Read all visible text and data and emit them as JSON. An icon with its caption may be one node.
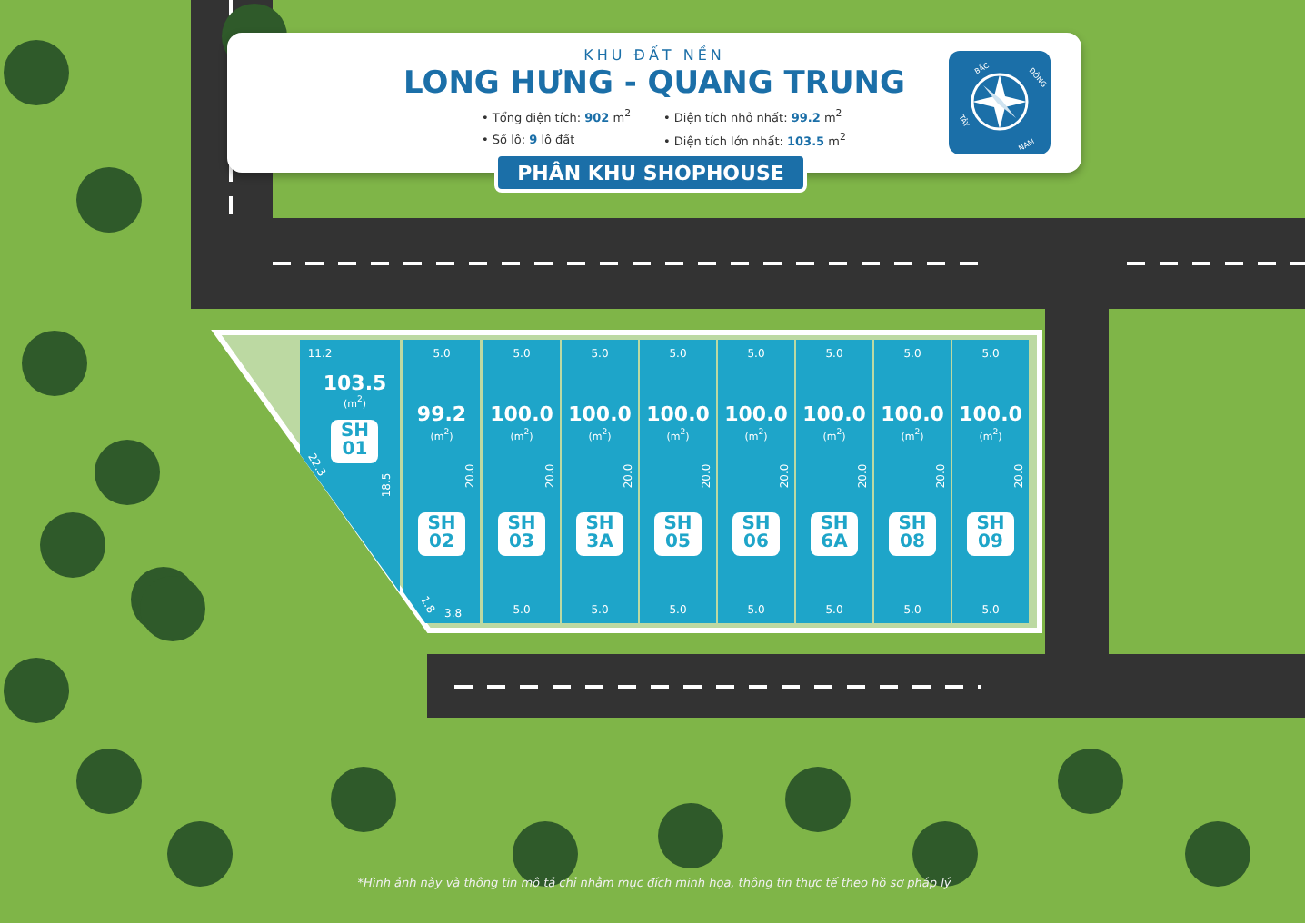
{
  "diagram": {
    "title": "LONG HƯNG - QUANG TRUNG",
    "nodes": [
      {
        "text": [
          "KHU ĐẤT NỀN",
          "• Tổng diện tích: **902** m$^{2}$",
          "• Số lô: **9** lô đất",
          "• Diện tích nhỏ nhất: **99.2** m$^{2}$",
          "• Diện tích lớn nhất: **103.5** m$^{2}$"
        ]
      },
      {
        "text": [
          "PHÂN KHU SHOPHOUSE"
        ]
      },
      {
        "text": [
          "11.2",
          "103.5",
          "(m$^{2}$)",
          "SH 01",
          "22.3",
          "18.5"
        ]
      },
      {
        "text": [
          "5.0",
          "99.2",
          "(m$^{2}$)",
          "20.0",
          "SH 02",
          "1.8",
          "3.8"
        ]
      },
      {
        "text": [
          "5.0",
          "100.0",
          "(m$^{2}$)",
          "20.0",
          "SH 03",
          "5.0"
        ]
      },
      {
        "text": [
          "5.0",
          "100.0",
          "(m$^{2}$)",
          "20.0",
          "SH 3A",
          "5.0"
        ]
      },
      {
        "text": [
          "5.0",
          "100.0",
          "(m$^{2}$)",
          "20.0",
          "SH 05",
          "5.0"
        ]
      },
      {
        "text": [
          "5.0",
          "100.0",
          "(m$^{2}$)",
          "20.0",
          "SH 06",
          "5.0"
        ]
      },
      {
        "text": [
          "5.0",
          "100.0",
          "(m$^{2}$)",
          "20.0",
          "SH 6A",
          "5.0"
        ]
      },
      {
        "text": [
          "5.0",
          "100.0",
          "(m$^{2}$)",
          "20.0",
          "SH 08",
          "5.0"
        ]
      },
      {
        "text": [
          "5.0",
          "100.0",
          "(m$^{2}$)",
          "20.0",
          "SH 09",
          "5.0"
        ]
      }
    ],
    "edges": [],
    "labels": [
      "BẮC",
      "ĐÔNG",
      "TÂY",
      "NAM",
      "*Hình ảnh này và thông tin mô tả chỉ nhằm mục đích minh họa, thông tin thực tế theo hồ sơ pháp lý"
    ]
  }
}
